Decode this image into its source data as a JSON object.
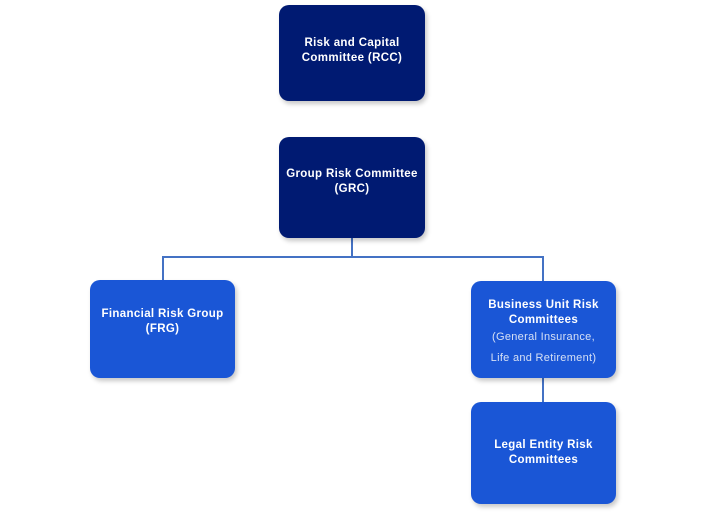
{
  "diagram": {
    "type": "org-chart",
    "background_color": "#ffffff",
    "colors": {
      "navy": "#001a72",
      "bright_blue": "#1a56d6",
      "connector": "#4472c4",
      "text": "#ffffff",
      "subtitle_text": "#d6e0f5"
    },
    "nodes": [
      {
        "id": "rcc",
        "title": "Risk and Capital\nCommittee (RCC)",
        "subtitle": "",
        "level": 1,
        "style": "navy"
      },
      {
        "id": "grc",
        "title": "Group Risk Committee\n(GRC)",
        "subtitle": "",
        "level": 2,
        "style": "navy"
      },
      {
        "id": "frg",
        "title": "Financial  Risk  Group\n(FRG)",
        "subtitle": "",
        "level": 3,
        "style": "bright"
      },
      {
        "id": "burc",
        "title": "Business  Unit  Risk\nCommittees",
        "subtitle": "(General Insurance,\nLife and Retirement)",
        "level": 3,
        "style": "bright"
      },
      {
        "id": "lerc",
        "title": "Legal Entity Risk\nCommittees",
        "subtitle": "",
        "level": 4,
        "style": "bright"
      }
    ],
    "connections": [
      {
        "id": "grc-stem",
        "from": "grc",
        "to": "branch-bar"
      },
      {
        "id": "grc-bar",
        "from": "grc",
        "to": "frg-and-burc"
      },
      {
        "id": "frg-drop",
        "from": "grc",
        "to": "frg"
      },
      {
        "id": "burc-drop",
        "from": "grc",
        "to": "burc"
      },
      {
        "id": "burc-lerc",
        "from": "burc",
        "to": "lerc"
      }
    ]
  }
}
